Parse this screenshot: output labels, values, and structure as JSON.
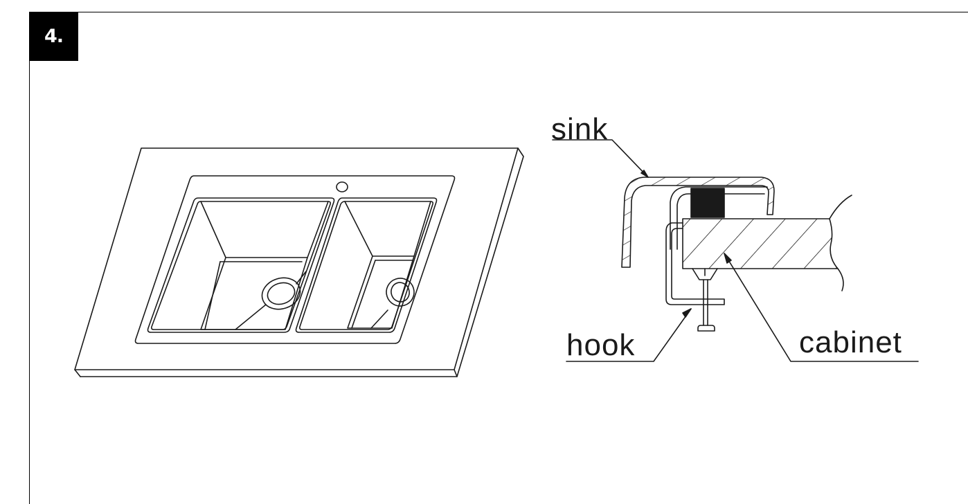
{
  "step": {
    "number": "4."
  },
  "labels": {
    "sink": "sink",
    "hook": "hook",
    "cabinet": "cabinet"
  },
  "colors": {
    "ink": "#1a1a1a",
    "badge_bg": "#000000",
    "badge_text": "#ffffff",
    "seal_fill": "#1a1a1a"
  }
}
